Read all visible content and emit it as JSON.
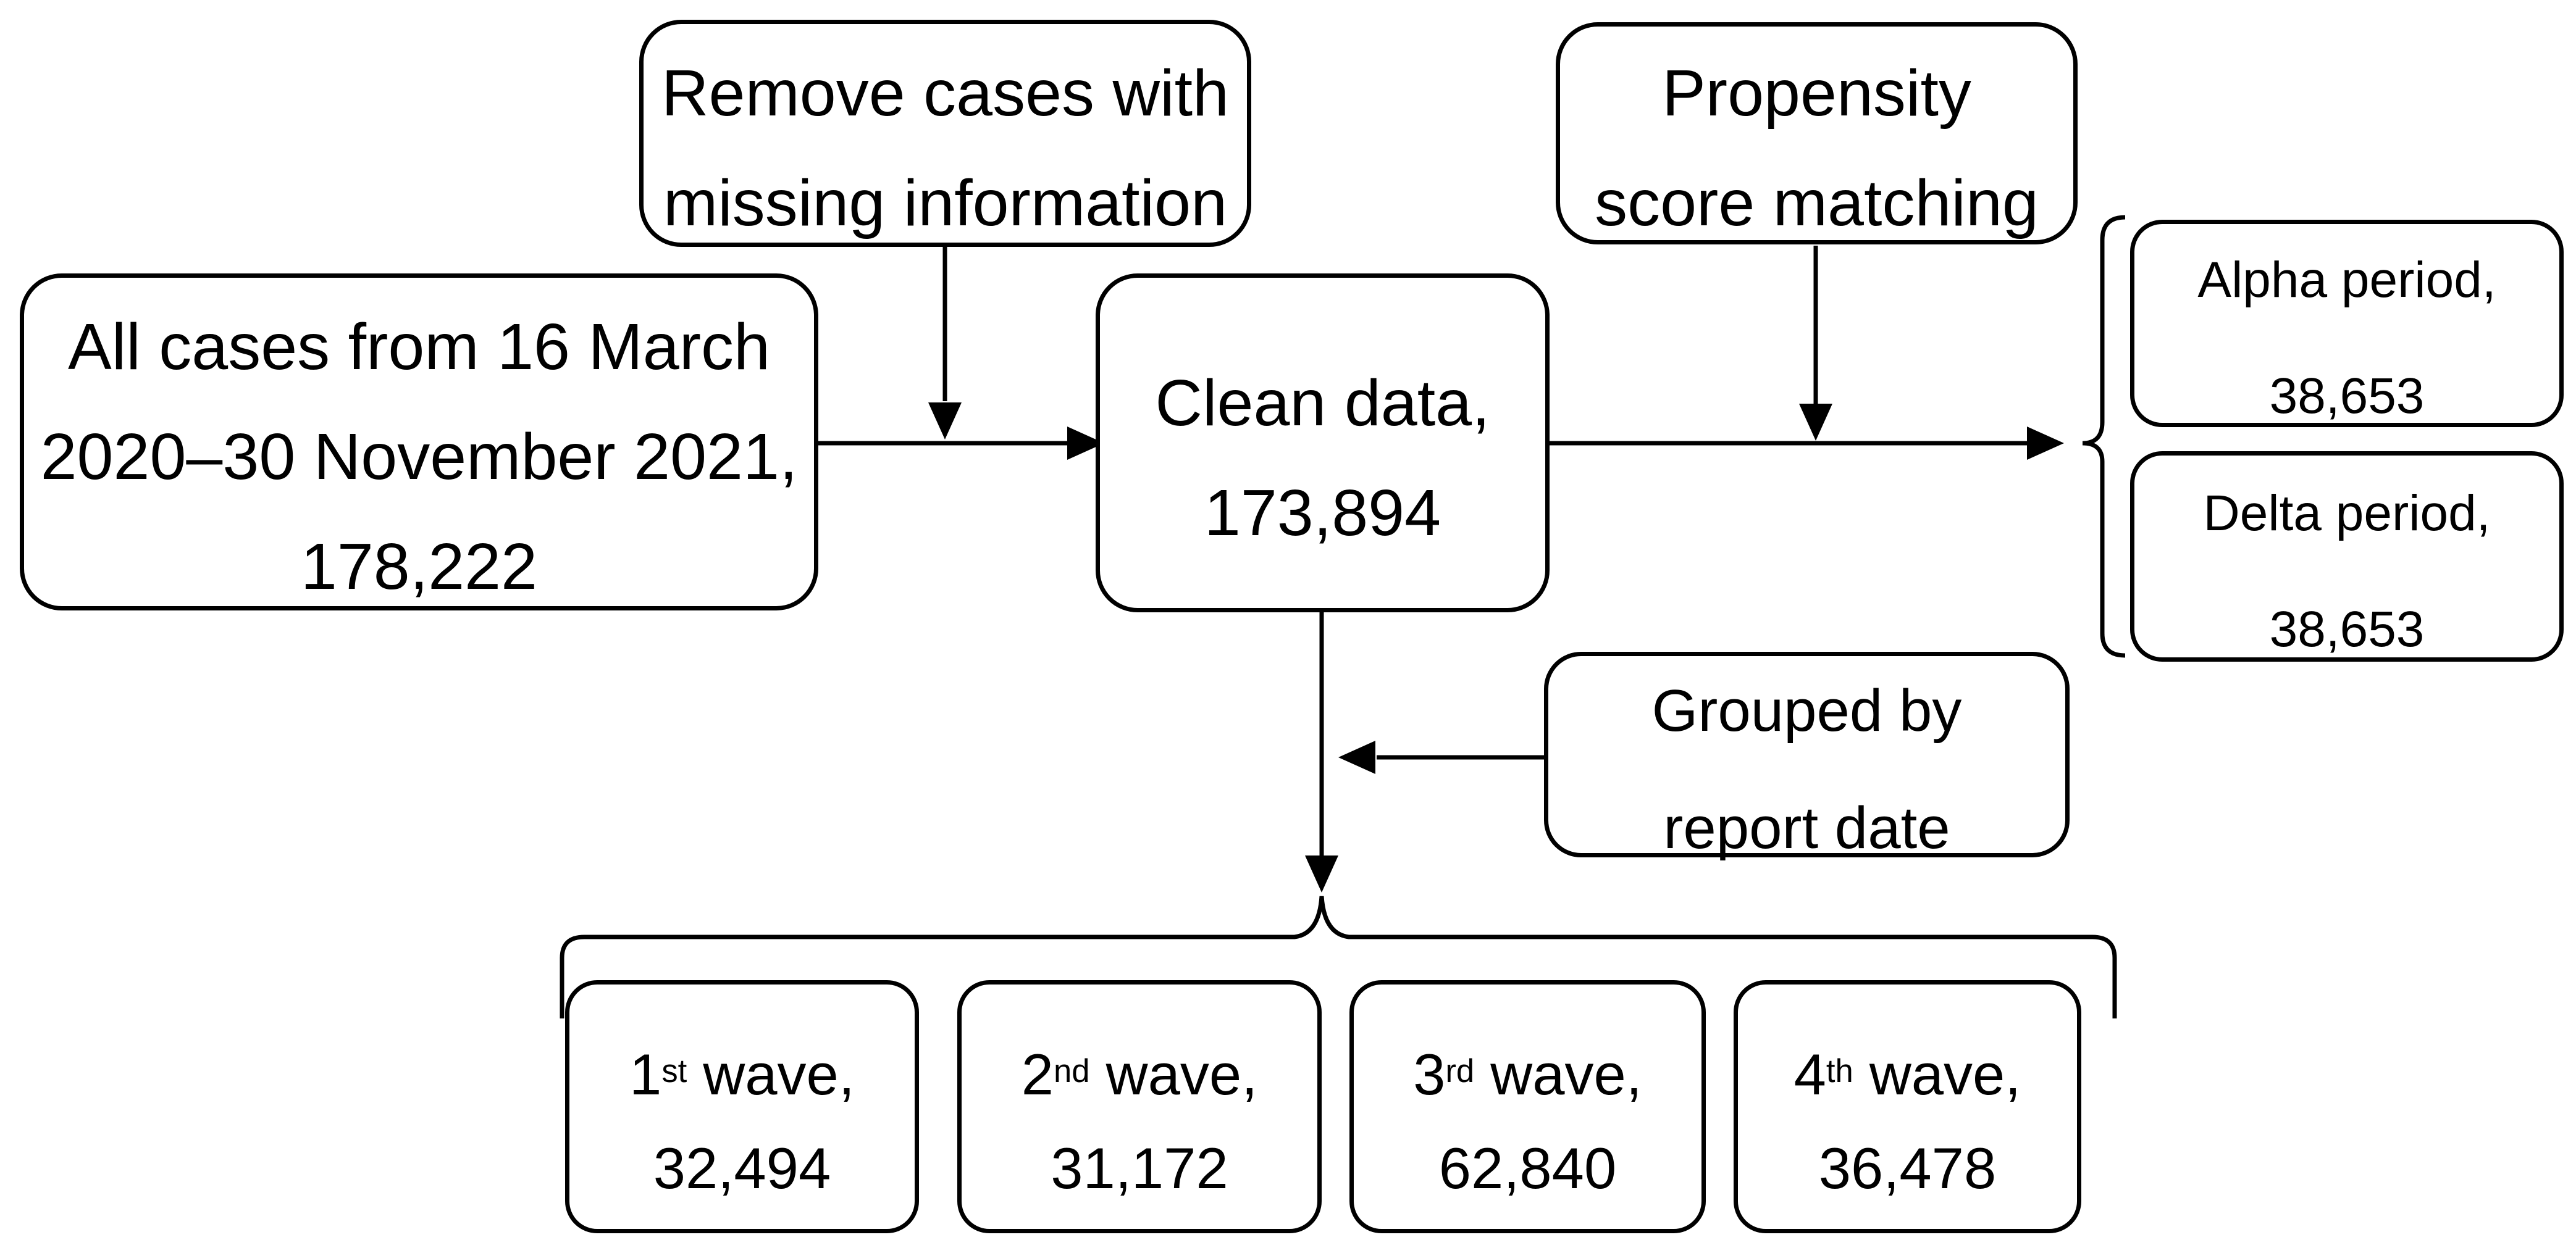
{
  "colors": {
    "stroke": "#000000",
    "background": "#ffffff",
    "text": "#000000"
  },
  "nodes": {
    "all_cases": {
      "lines": [
        "All cases from 16 March",
        "2020–30 November 2021,",
        "178,222"
      ]
    },
    "remove_missing": {
      "lines": [
        "Remove cases with",
        "missing information"
      ]
    },
    "clean_data": {
      "lines": [
        "Clean data,",
        "173,894"
      ]
    },
    "propensity": {
      "lines": [
        "Propensity",
        "score matching"
      ]
    },
    "alpha_period": {
      "lines": [
        "Alpha period,",
        "38,653"
      ]
    },
    "delta_period": {
      "lines": [
        "Delta period,",
        "38,653"
      ]
    },
    "grouped_by": {
      "lines": [
        "Grouped by",
        "report date"
      ]
    },
    "waves": [
      {
        "ordinal": "1",
        "suffix": "st",
        "rest": " wave,",
        "value": "32,494"
      },
      {
        "ordinal": "2",
        "suffix": "nd",
        "rest": " wave,",
        "value": "31,172"
      },
      {
        "ordinal": "3",
        "suffix": "rd",
        "rest": " wave,",
        "value": "62,840"
      },
      {
        "ordinal": "4",
        "suffix": "th",
        "rest": " wave,",
        "value": "36,478"
      }
    ]
  }
}
